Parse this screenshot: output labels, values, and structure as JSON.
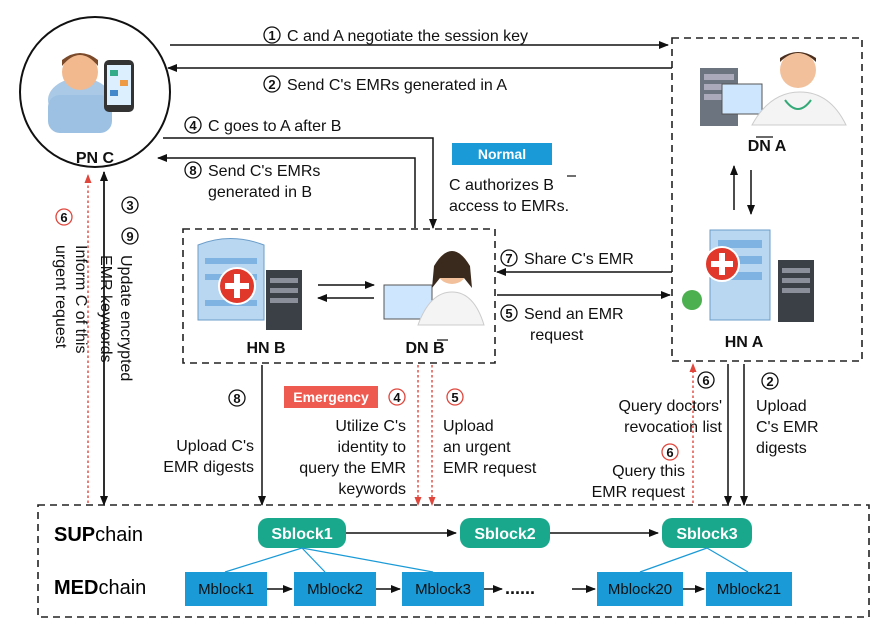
{
  "nodes": {
    "pn_c": "PN C",
    "dn_a": "DN A",
    "hn_b": "HN B",
    "dn_b": "DN B",
    "hn_a": "HN A"
  },
  "badges": {
    "normal": "Normal",
    "emergency": "Emergency"
  },
  "steps": {
    "s1": "C and A negotiate the session key",
    "s2": "Send C's EMRs generated in  A",
    "s4": "C goes to A after B",
    "s8a": "Send C's EMRs",
    "s8b": "generated in B",
    "authorize1": "C authorizes B",
    "authorize2": "access to EMRs.",
    "s7": "Share C's EMR",
    "s5a": "Send an EMR",
    "s5b": "request",
    "upload_digests_left1": "Upload C's",
    "upload_digests_left2": "EMR digests",
    "utilize1": "Utilize C's",
    "utilize2": "identity to",
    "utilize3": "query the EMR",
    "utilize4": "keywords",
    "urgent1": "Upload",
    "urgent2": "an urgent",
    "urgent3": "EMR request",
    "query_doctors1": "Query doctors'",
    "query_doctors2": "revocation list",
    "query_this1": "Query this",
    "query_this2": "EMR request",
    "upload_right1": "Upload",
    "upload_right2": "C's  EMR",
    "upload_right3": "digests",
    "inform1": "Inform C of this",
    "inform2": "urgent request",
    "update1": "Update encrypted",
    "update2": "EMR keywords"
  },
  "step_numbers": {
    "n1": "1",
    "n2": "2",
    "n3": "3",
    "n4": "4",
    "n5": "5",
    "n6": "6",
    "n7": "7",
    "n8": "8",
    "n9": "9",
    "red6": "6",
    "red4": "4",
    "red5": "5",
    "n6b": "6",
    "n2b": "2",
    "n8b": "8",
    "red6b": "6"
  },
  "chains": {
    "sup_bold": "SUP",
    "sup_rest": "chain",
    "med_bold": "MED",
    "med_rest": "chain"
  },
  "sblocks": [
    "Sblock1",
    "Sblock2",
    "Sblock3"
  ],
  "mblocks": [
    "Mblock1",
    "Mblock2",
    "Mblock3",
    "Mblock20",
    "Mblock21"
  ],
  "ellipsis": "......",
  "colors": {
    "sblock": "#1aa88c",
    "mblock": "#1a9ad6",
    "normal_badge": "#1a9ad6",
    "emergency_badge": "#ef5a50",
    "red_text": "#e0463c"
  },
  "icons": {
    "patient": "patient-with-phone-icon",
    "doctor": "doctor-icon",
    "hospital": "hospital-icon",
    "server": "server-icon"
  }
}
